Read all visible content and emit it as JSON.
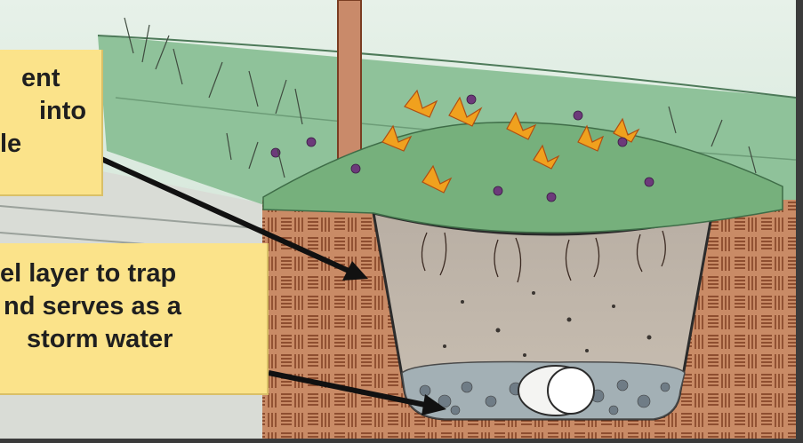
{
  "callouts": {
    "top": {
      "lines": [
        "ent",
        "into",
        "le"
      ]
    },
    "bottom": {
      "lines": [
        "el layer to trap",
        "nd serves as a",
        "storm water"
      ]
    }
  },
  "colors": {
    "callout_fill": "#fbe38a",
    "soil_brown": "#b05a33",
    "grass_green": "#7fb58a",
    "arrow": "#111111"
  }
}
